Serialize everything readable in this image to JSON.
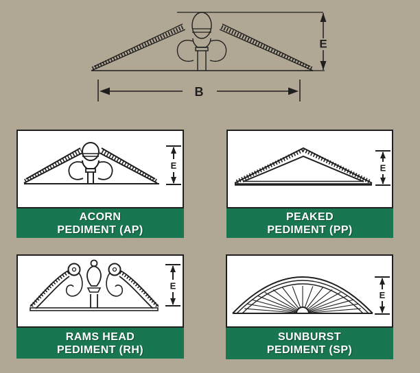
{
  "colors": {
    "background": "#b0a794",
    "panel_green": "#187650",
    "panel_white": "#ffffff",
    "line_color": "#1f1f1f",
    "label_text_color": "#ffffff"
  },
  "top_diagram": {
    "description": "Acorn pediment dimension drawing",
    "height_dim_label": "E",
    "width_dim_label": "B"
  },
  "panels": [
    {
      "code": "AP",
      "line1": "ACORN",
      "line2": "PEDIMENT (AP)",
      "dim_label": "E"
    },
    {
      "code": "PP",
      "line1": "PEAKED",
      "line2": "PEDIMENT (PP)",
      "dim_label": "E"
    },
    {
      "code": "RH",
      "line1": "RAMS HEAD",
      "line2": "PEDIMENT (RH)",
      "dim_label": "E"
    },
    {
      "code": "SP",
      "line1": "SUNBURST",
      "line2": "PEDIMENT (SP)",
      "dim_label": "E"
    }
  ]
}
